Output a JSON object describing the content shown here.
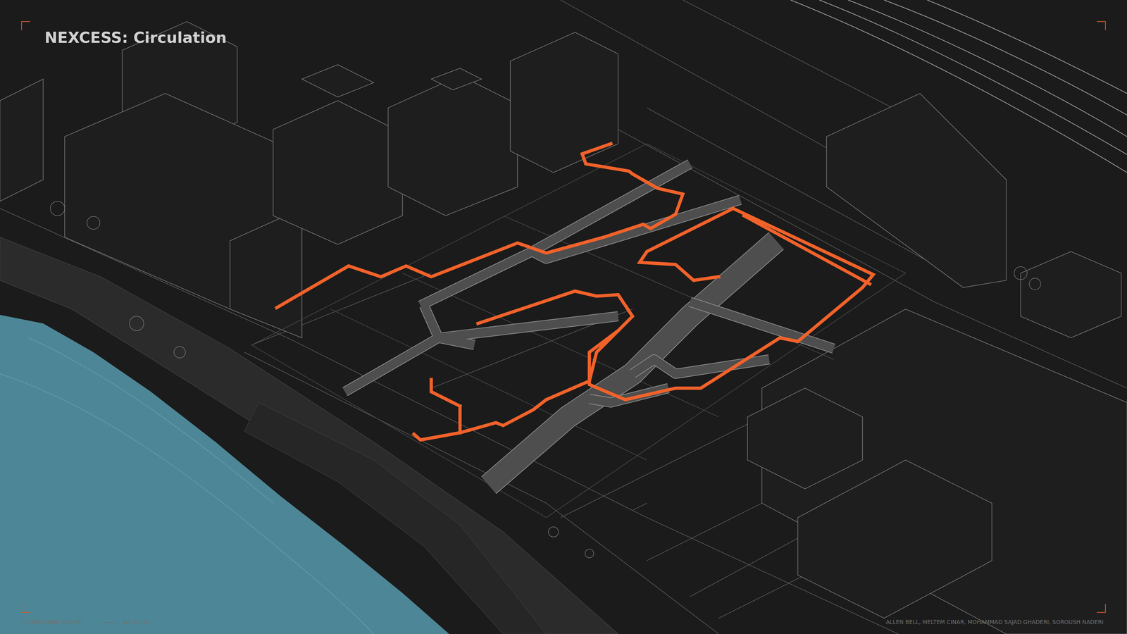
{
  "diagram": {
    "title": "NEXCESS: Circulation",
    "labels": [
      "STUDIO HANI RASHID",
      "WS 22/23",
      "ALLEN BELL, MELTEM CINAR, MOHAMMAD SAJAD GHADERI, SOROUSH NADERI"
    ]
  }
}
